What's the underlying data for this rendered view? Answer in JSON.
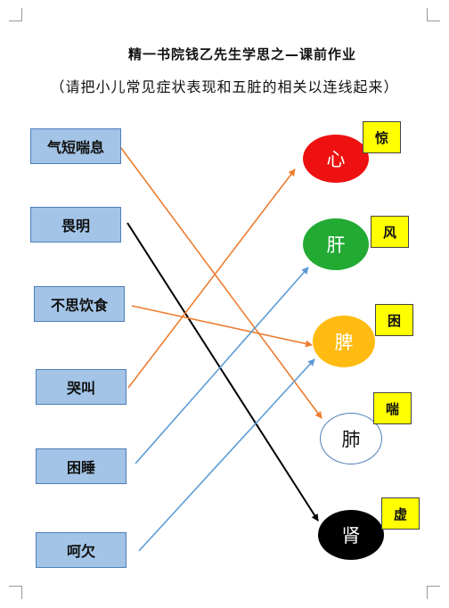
{
  "header": {
    "title": "精一书院钱乙先生学思之—课前作业",
    "subtitle": "（请把小儿常见症状表现和五脏的相关以连线起来）"
  },
  "symptoms": [
    "气短喘息",
    "畏明",
    "不思饮食",
    "哭叫",
    "困睡",
    "呵欠"
  ],
  "organs": [
    {
      "label": "心",
      "fill": "#ee1111",
      "text_color": "#ffffff"
    },
    {
      "label": "肝",
      "fill": "#22aa33",
      "text_color": "#ffffff"
    },
    {
      "label": "脾",
      "fill": "#ffbb11",
      "text_color": "#ffffff"
    },
    {
      "label": "肺",
      "fill": "#ffffff",
      "text_color": "#111111"
    },
    {
      "label": "肾",
      "fill": "#000000",
      "text_color": "#ffffff"
    }
  ],
  "tags": [
    "惊",
    "风",
    "困",
    "喘",
    "虚"
  ],
  "connections": [
    {
      "from": "气短喘息",
      "to": "肺",
      "color": "#ed7d31"
    },
    {
      "from": "畏明",
      "to": "肾",
      "color": "#000000"
    },
    {
      "from": "不思饮食",
      "to": "脾",
      "color": "#ed7d31"
    },
    {
      "from": "哭叫",
      "to": "心",
      "color": "#ed7d31"
    },
    {
      "from": "困睡",
      "to": "肝",
      "color": "#5b9bd5"
    },
    {
      "from": "呵欠",
      "to": "脾",
      "color": "#5b9bd5"
    }
  ]
}
